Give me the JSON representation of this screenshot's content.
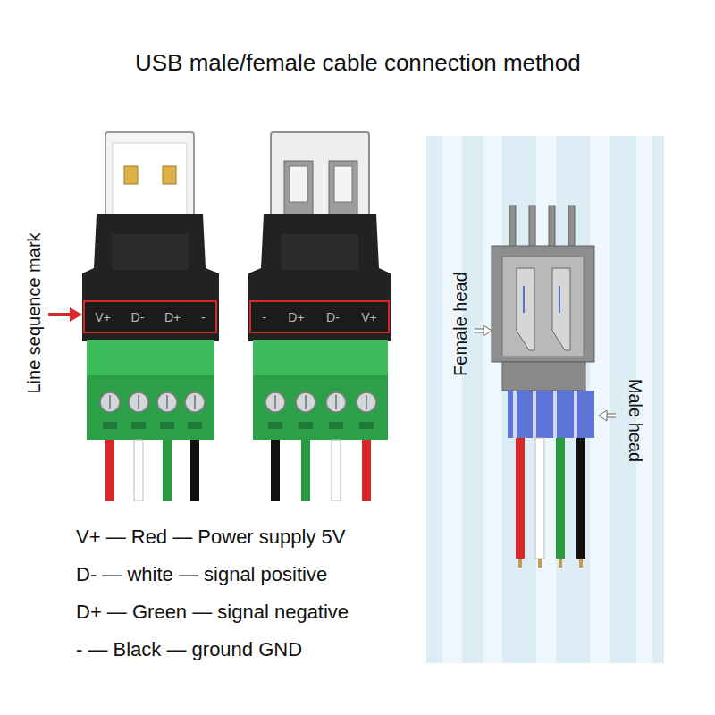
{
  "diagram": {
    "title": "USB male/female cable connection method",
    "nodes": [
      {
        "text": [
          "V+",
          "D-",
          "D+",
          "-"
        ]
      },
      {
        "text": [
          "-",
          "D+",
          "D-",
          "V+"
        ]
      }
    ],
    "labels": [
      "Line sequence mark",
      "Female head",
      "Male head",
      "V+ — Red — Power supply 5V",
      "D- — white — signal positive",
      "D+ — Green — signal negative",
      "- — Black — ground GND"
    ]
  }
}
